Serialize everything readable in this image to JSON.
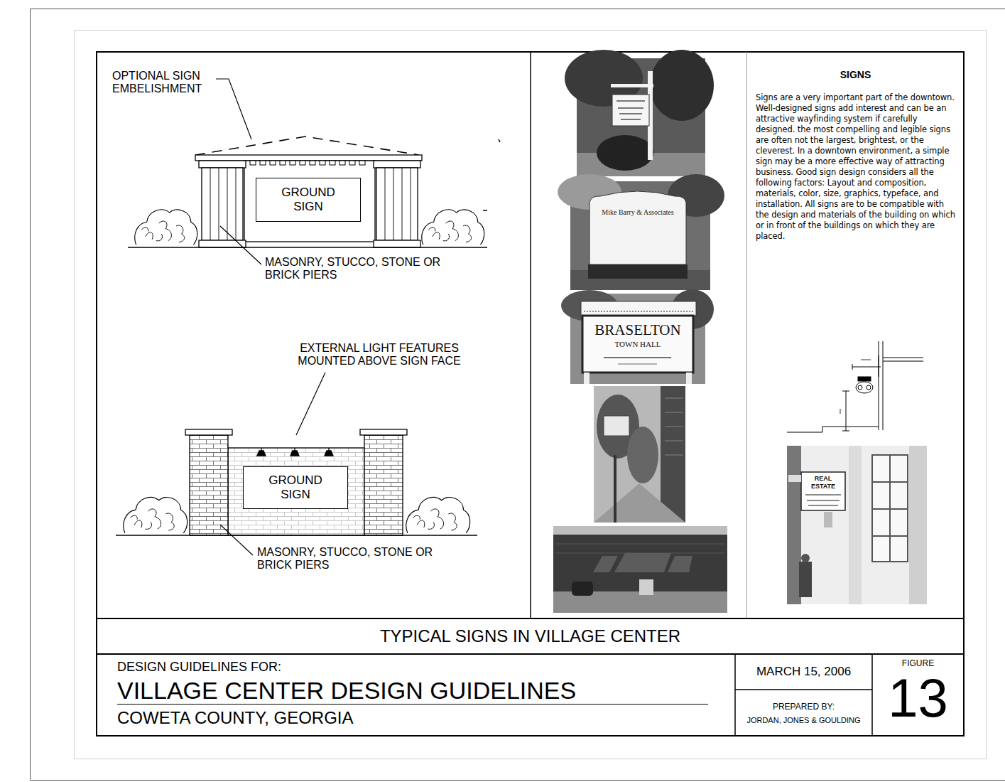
{
  "diagram": {
    "nodes": [
      {
        "text": [
          "GROUND SIGN"
        ]
      },
      {
        "text": [
          "GROUND SIGN"
        ]
      },
      {
        "text": [
          "SIGNS",
          "Signs are a very important part of the downtown. Well-designed signs add interest and can be an attractive wayfinding system if carefully designed. the most compelling and legible signs are often not the largest, brightest, or the cleverest. In a downtown environment, a simple sign may be a more effective way of attracting business. Good sign design considers all the following factors: Layout and composition, materials, color, size, graphics, typeface, and installation. All signs are to be compatible with the design and materials of the building on which or in front of the buildings on which they are placed."
        ]
      },
      {
        "text": [
          "TYPICAL SIGNS IN VILLAGE CENTER"
        ]
      },
      {
        "text": [
          "DESIGN GUIDELINES FOR:",
          "VILLAGE CENTER DESIGN GUIDELINES",
          "COWETA COUNTY, GEORGIA"
        ]
      },
      {
        "text": [
          "MARCH 15, 2006"
        ]
      },
      {
        "text": [
          "PREPARED BY:",
          "JORDAN, JONES & GOULDING"
        ]
      },
      {
        "text": [
          "FIGURE",
          "13"
        ]
      }
    ],
    "labels": [
      "OPTIONAL SIGN EMBELISHMENT",
      "MASONRY, STUCCO, STONE OR BRICK PIERS",
      "EXTERNAL LIGHT FEATURES MOUNTED ABOVE SIGN FACE",
      "MASONRY, STUCCO, STONE OR BRICK PIERS",
      "Mike Barry & Associates",
      "BRASELTON",
      "TOWN HALL",
      "REAL ESTATE"
    ]
  }
}
